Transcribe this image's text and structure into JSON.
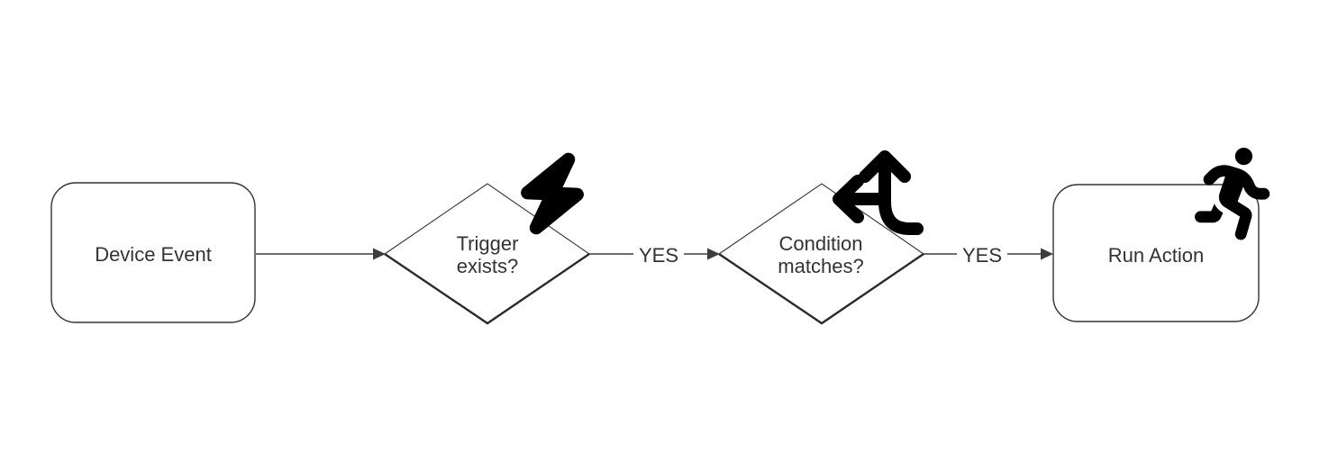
{
  "diagram": {
    "type": "flowchart",
    "direction": "left-to-right",
    "background": "#ffffff",
    "colors": {
      "node_fill": "#ffffff",
      "node_border": "#333333",
      "text": "#333333",
      "edge": "#3d3d3d",
      "icon": "#000000"
    },
    "nodes": [
      {
        "id": "device-event",
        "shape": "rounded-rect",
        "label": "Device Event",
        "icon": null
      },
      {
        "id": "trigger-exists",
        "shape": "diamond",
        "label": "Trigger exists?",
        "label_lines": [
          "Trigger",
          "exists?"
        ],
        "icon": "bolt-icon"
      },
      {
        "id": "condition-matches",
        "shape": "diamond",
        "label": "Condition matches?",
        "label_lines": [
          "Condition",
          "matches?"
        ],
        "icon": "arrows-split-up-and-left-icon"
      },
      {
        "id": "run-action",
        "shape": "rounded-rect",
        "label": "Run Action",
        "icon": "person-running-icon"
      }
    ],
    "edges": [
      {
        "from": "device-event",
        "to": "trigger-exists",
        "label": ""
      },
      {
        "from": "trigger-exists",
        "to": "condition-matches",
        "label": "YES"
      },
      {
        "from": "condition-matches",
        "to": "run-action",
        "label": "YES"
      }
    ]
  }
}
